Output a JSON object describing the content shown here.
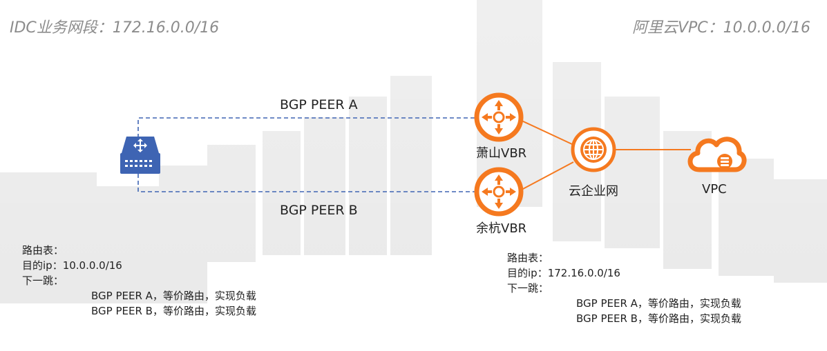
{
  "headings": {
    "idc": "IDC业务网段：172.16.0.0/16",
    "vpc": "阿里云VPC：10.0.0.0/16"
  },
  "links": {
    "peer_a": "BGP PEER A",
    "peer_b": "BGP PEER B"
  },
  "nodes": {
    "idc_router": {
      "icon": "router-icon"
    },
    "vbr_top": {
      "label": "萧山VBR",
      "icon": "vbr-router-icon"
    },
    "vbr_bottom": {
      "label": "余杭VBR",
      "icon": "vbr-router-icon"
    },
    "cen": {
      "label": "云企业网",
      "icon": "globe-icon"
    },
    "vpc": {
      "label": "VPC",
      "icon": "cloud-database-icon"
    }
  },
  "route_tables": {
    "idc": {
      "title": "路由表：",
      "dest": "目的ip：10.0.0.0/16",
      "next_hop": "下一跳：",
      "hops": [
        "BGP PEER A，等价路由，实现负载",
        "BGP PEER B，等价路由，实现负载"
      ]
    },
    "cloud": {
      "title": "路由表：",
      "dest": "目的ip：172.16.0.0/16",
      "next_hop": "下一跳：",
      "hops": [
        "BGP PEER A，等价路由，实现负载",
        "BGP PEER B，等价路由，实现负载"
      ]
    }
  },
  "colors": {
    "accent_orange": "#f5791f",
    "idc_blue": "#3e64b3",
    "dashed_line": "#3e64b3",
    "heading_gray": "#8c8c8c"
  }
}
